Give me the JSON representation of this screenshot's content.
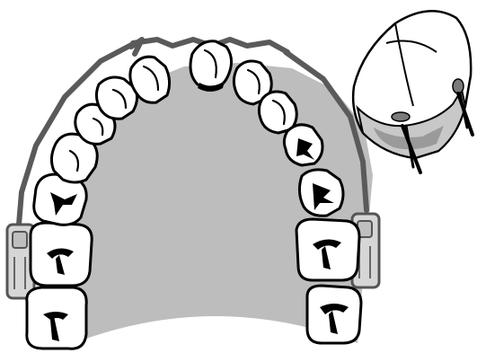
{
  "figure": {
    "subject": "maxillary-arch-with-expander",
    "colors": {
      "palate": "#bdbdbd",
      "wire": "#5a5a5a",
      "band": "#d6d6d6",
      "tooth_fill": "#ffffff",
      "outline": "#000000",
      "inset_shadow": "#9a9a9a"
    },
    "icons": [
      "upper-arch",
      "palate",
      "expansion-wire",
      "molar-band-left",
      "molar-band-right",
      "tooth",
      "inset-tooth-view",
      "inset-arrows"
    ]
  }
}
